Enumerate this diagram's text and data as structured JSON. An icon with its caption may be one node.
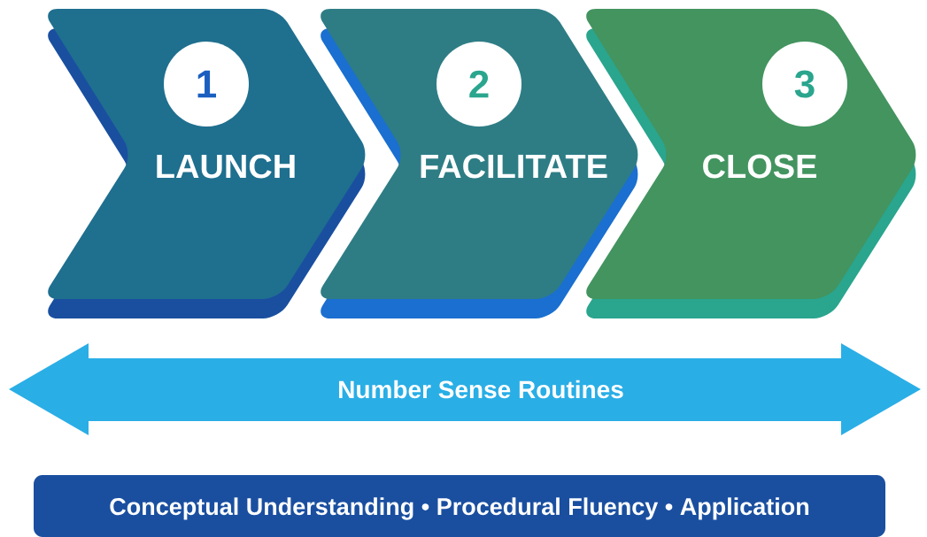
{
  "diagram": {
    "nodes": [
      {
        "text": [
          "LAUNCH"
        ]
      },
      {
        "text": [
          "1"
        ],
        "in": 0
      },
      {
        "text": [
          "FACILITATE"
        ]
      },
      {
        "text": [
          "2"
        ],
        "in": 2
      },
      {
        "text": [
          "CLOSE"
        ]
      },
      {
        "text": [
          "3"
        ],
        "in": 4
      },
      {
        "text": [
          "Number Sense Routines"
        ]
      },
      {
        "text": [
          "Conceptual Understanding • Procedural Fluency • Application"
        ]
      }
    ]
  }
}
